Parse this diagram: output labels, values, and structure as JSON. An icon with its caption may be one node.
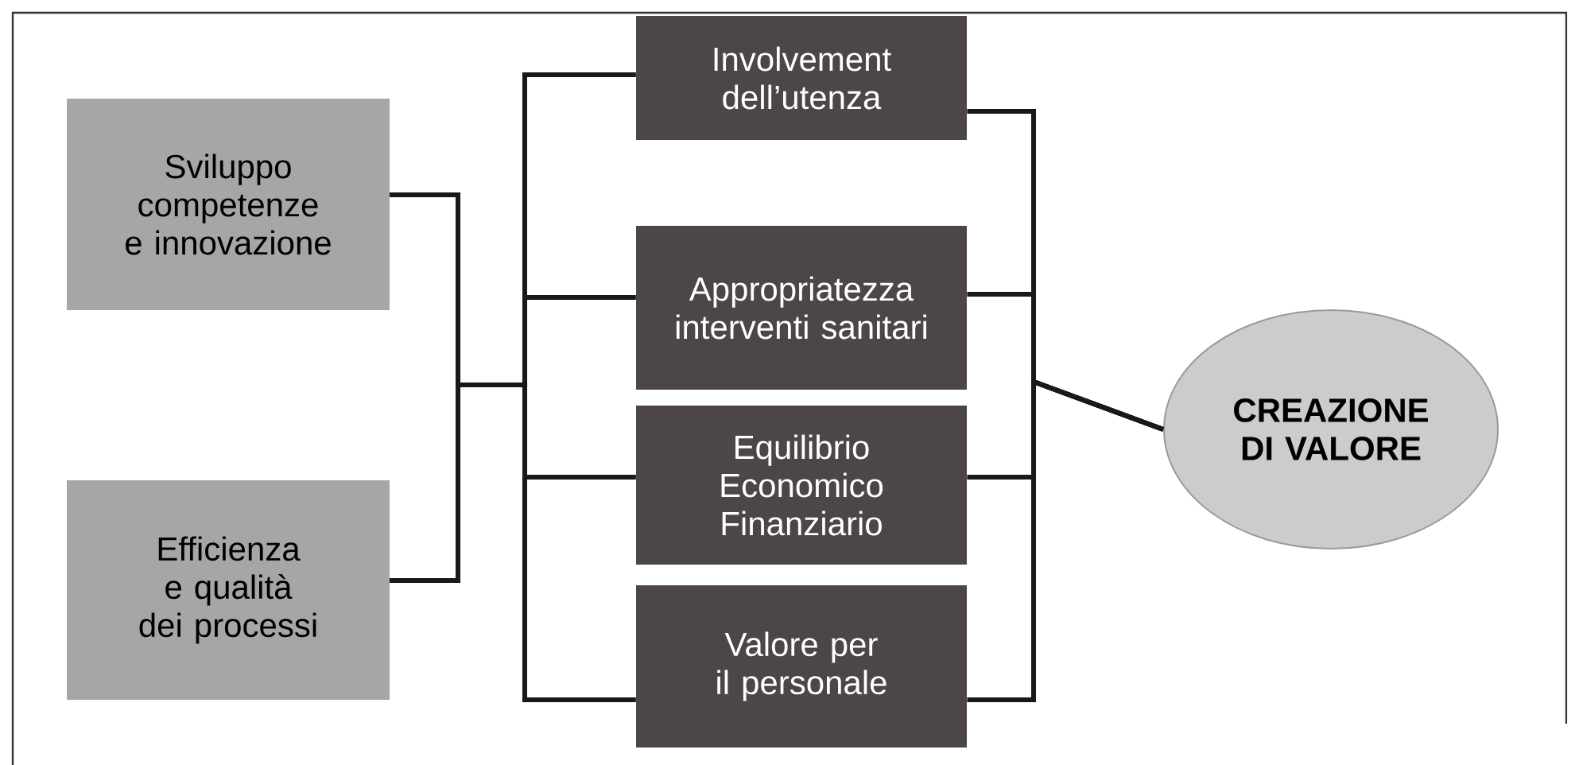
{
  "diagram": {
    "nodes": [
      {
        "text": [
          "Sviluppo competenze e innovazione"
        ]
      },
      {
        "text": [
          "Efficienza e qualità dei processi"
        ]
      },
      {
        "text": [
          "Involvement dell’utenza"
        ]
      },
      {
        "text": [
          "Appropriatezza interventi sanitari"
        ]
      },
      {
        "text": [
          "Equilibrio Economico Finanziario"
        ]
      },
      {
        "text": [
          "Valore per il personale"
        ]
      },
      {
        "text": [
          "CREAZIONE DI VALORE"
        ]
      }
    ],
    "edges": [
      {
        "from": 0,
        "to": 2,
        "arrow": "none"
      },
      {
        "from": 0,
        "to": 3,
        "arrow": "none"
      },
      {
        "from": 0,
        "to": 4,
        "arrow": "none"
      },
      {
        "from": 0,
        "to": 5,
        "arrow": "none"
      },
      {
        "from": 1,
        "to": 2,
        "arrow": "none"
      },
      {
        "from": 1,
        "to": 3,
        "arrow": "none"
      },
      {
        "from": 1,
        "to": 4,
        "arrow": "none"
      },
      {
        "from": 1,
        "to": 5,
        "arrow": "none"
      },
      {
        "from": 2,
        "to": 6,
        "arrow": "none"
      },
      {
        "from": 3,
        "to": 6,
        "arrow": "none"
      },
      {
        "from": 4,
        "to": 6,
        "arrow": "none"
      },
      {
        "from": 5,
        "to": 6,
        "arrow": "none"
      }
    ]
  }
}
